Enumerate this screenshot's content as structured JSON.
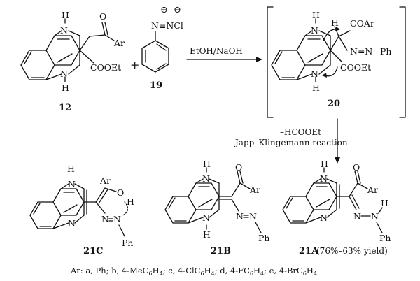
{
  "compounds": {
    "c12": {
      "label": "12",
      "atoms": {
        "nh_top": "H",
        "n_top": "N",
        "n_bot": "N",
        "nh_bot": "H",
        "o": "O",
        "ar": "Ar",
        "coo": "COOEt"
      }
    },
    "c19": {
      "label": "19",
      "atoms": {
        "plus": "⊕",
        "minus": "⊖",
        "diazo": "N≡NCl"
      }
    },
    "c20": {
      "label": "20",
      "atoms": {
        "nh_top": "H",
        "n_top": "N",
        "n_bot": "N",
        "nh_bot": "H",
        "h": "H",
        "coar": "COAr",
        "azo": "N=N",
        "ph": "Ph",
        "coo": "COOEt"
      }
    },
    "c21C": {
      "label": "21C",
      "atoms": {
        "h": "H",
        "n_top": "N",
        "n_bot": "N",
        "ar": "Ar",
        "o": "O",
        "hbond_h": "H",
        "n1": "N",
        "n2": "N",
        "ph": "Ph"
      }
    },
    "c21B": {
      "label": "21B",
      "atoms": {
        "nh_top": "H",
        "n_top": "N",
        "n_bot": "N",
        "nh_bot": "H",
        "o": "O",
        "ar": "Ar",
        "n1": "N",
        "n2": "N",
        "ph": "Ph"
      }
    },
    "c21A": {
      "label": "21A",
      "yield": "(76%–63% yield)",
      "atoms": {
        "nh_top": "H",
        "n_top": "N",
        "n_bot": "N",
        "o": "O",
        "ar": "Ar",
        "n1": "N",
        "n2": "N",
        "h": "H",
        "ph": "Ph"
      }
    }
  },
  "plus_sign": "+",
  "arrows": {
    "reagent_top": "EtOH/NaOH",
    "side_line1": "–HCOOEt",
    "side_line2": "Japp–Klingemann reaction"
  },
  "caption": {
    "prefix": "Ar: ",
    "items": [
      {
        "letter": "a",
        "text": "Ph"
      },
      {
        "letter": "b",
        "text": "4-MeC",
        "sub": "6",
        "tail": "H",
        "sub2": "4"
      },
      {
        "letter": "c",
        "text": "4-ClC",
        "sub": "6",
        "tail": "H",
        "sub2": "4"
      },
      {
        "letter": "d",
        "text": "4-FC",
        "sub": "6",
        "tail": "H",
        "sub2": "4"
      },
      {
        "letter": "e",
        "text": "4-BrC",
        "sub": "6",
        "tail": "H",
        "sub2": "4"
      }
    ]
  }
}
